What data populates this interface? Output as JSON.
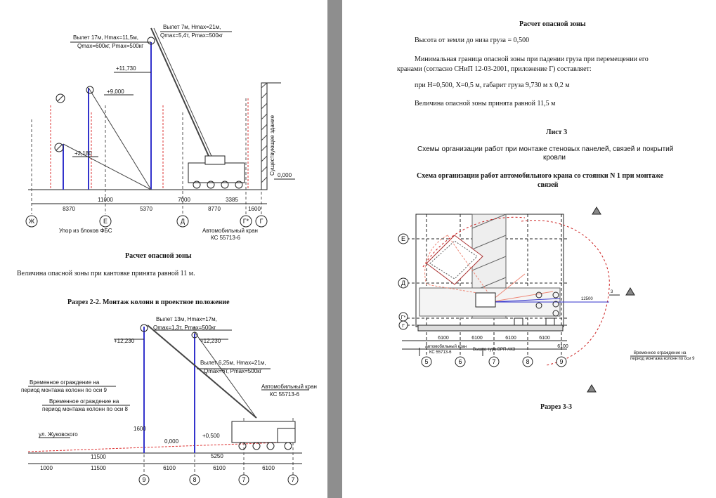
{
  "left_page": {
    "drawing1": {
      "dims": [
        "8370",
        "11000",
        "5370",
        "7000",
        "8770",
        "3385",
        "1600"
      ],
      "axes": [
        "Ж",
        "Е",
        "Д",
        "Г*",
        "Г"
      ],
      "elev_11730": "+11,730",
      "elev_9000": "+9,000",
      "elev_2180": "+2,180",
      "elev_0": "0,000",
      "crane_a_line1": "Вылет 17м, Hmax=11,5м,",
      "crane_a_line2": "Qmax=600кг, Pmax=500кг",
      "crane_b_line1": "Вылет 7м, Hmax=21м,",
      "crane_b_line2": "Qmax=5,4т, Pmax=500кг",
      "existing_building": "Существующее здание",
      "stop_label": "Упор из блоков ФБС",
      "crane_model_1": "Автомобильный кран",
      "crane_model_2": "КС 55713-6"
    },
    "heading1": "Расчет опасной зоны",
    "para1": "Величина опасной зоны при кантовке принята равной 11 м.",
    "heading2": "Разрез 2-2. Монтаж колонн в проектное положение",
    "drawing2": {
      "crane_a_line1": "Вылет 13м, Hmax=17м,",
      "crane_a_line2": "Qmax=1,3т, Pmax=500кг",
      "crane_b_line1": "Вылет 6,25м, Hmax=21м,",
      "crane_b_line2": "Qmax=6т, Pmax=500кг",
      "elev_12230_a": "+12,230",
      "elev_12230_b": "+12,230",
      "elev_1600": "1600",
      "elev_0": "0,000",
      "elev_0500": "+0,500",
      "fence_1a": "Временное ограждение на",
      "fence_1b": "период монтажа колонн по оси 9",
      "fence_2a": "Временное ограждение на",
      "fence_2b": "период монтажа колонн по оси 8",
      "street": "ул. Жуковского",
      "crane_model_1": "Автомобильный кран",
      "crane_model_2": "КС 55713-6",
      "dims": [
        "1000",
        "11500",
        "11500",
        "6100",
        "6100",
        "6100"
      ],
      "dim_5250": "5250",
      "axes": [
        "9",
        "8",
        "7",
        "7"
      ]
    }
  },
  "right_page": {
    "heading1": "Расчет опасной зоны",
    "para_height": "Высота от земли до низа груза = 0,500",
    "para_min_1": "Минимальная граница опасной зоны при падении груза при перемещении его",
    "para_min_2": "кранами (согласно СНиП 12-03-2001, приложение Г) составляет:",
    "para_calc": "при H=0,500, X=0,5 м, габарит груза 9,730 м х 0,2 м",
    "para_result": "Величина опасной зоны принята равной 11,5 м",
    "sheet_heading": "Лист 3",
    "scheme_1": "Схемы организации работ при монтаже  стеновых панелей, связей и покрытий",
    "scheme_2": "кровли",
    "scheme_title_1": "Схема организации работ автомобильного крана со стоянки N 1 при монтаже",
    "scheme_title_2": "связей",
    "plan": {
      "axes_left": [
        "Е",
        "Д",
        "Г*",
        "Г"
      ],
      "axes_bottom": [
        "5",
        "6",
        "7",
        "8",
        "9"
      ],
      "dims": [
        "6100",
        "6100",
        "6100",
        "6100",
        "6100"
      ],
      "crane_label_1": "Автомобильный кран",
      "crane_label_2": "КС 55713-6",
      "tower_label": "Вышка тура ВРП-АК3",
      "fence_label_1": "Временное ограждение на",
      "fence_label_2": "период монтажа колонн по оси 9",
      "r_label": "12500",
      "section_mark": "3"
    },
    "caption": "Разрез 3-3"
  }
}
